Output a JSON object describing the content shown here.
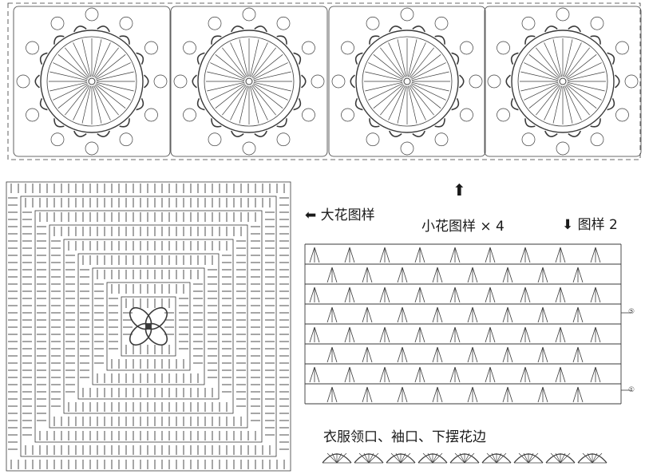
{
  "labels": {
    "arrow_up": "⬆",
    "big_flower": "⬅ 大花图样",
    "small_flower": "小花图样 × 4",
    "pattern2": "⬇ 图样 2",
    "trim_title": "衣服领口、袖口、下摆花边",
    "row_mark_upper": "⑤",
    "row_mark_lower": "①"
  },
  "colors": {
    "ink": "#3a3a3a",
    "paper": "#ffffff"
  }
}
